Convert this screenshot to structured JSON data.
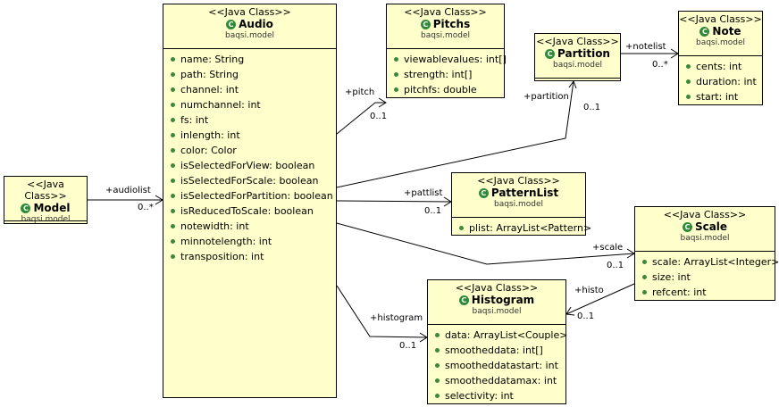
{
  "stereotype": "<<Java Class>>",
  "package": "baqsi.model",
  "classes": {
    "audio": {
      "name": "Audio",
      "attributes": [
        "name: String",
        "path: String",
        "channel: int",
        "numchannel: int",
        "fs: int",
        "inlength: int",
        "color: Color",
        "isSelectedForView: boolean",
        "isSelectedForScale: boolean",
        "isSelectedForPartition: boolean",
        "isReducedToScale: boolean",
        "notewidth: int",
        "minnotelength: int",
        "transposition: int"
      ]
    },
    "pitchs": {
      "name": "Pitchs",
      "attributes": [
        "viewablevalues: int[]",
        "strength: int[]",
        "pitchfs: double"
      ]
    },
    "partition": {
      "name": "Partition",
      "attributes": []
    },
    "note": {
      "name": "Note",
      "attributes": [
        "cents: int",
        "duration: int",
        "start: int"
      ]
    },
    "model": {
      "name": "Model",
      "attributes": []
    },
    "patternlist": {
      "name": "PatternList",
      "attributes": [
        "plist: ArrayList<Pattern>"
      ]
    },
    "scale": {
      "name": "Scale",
      "attributes": [
        "scale: ArrayList<Integer>",
        "size: int",
        "refcent: int"
      ]
    },
    "histogram": {
      "name": "Histogram",
      "attributes": [
        "data: ArrayList<Couple>",
        "smootheddata: int[]",
        "smootheddatastart: int",
        "smootheddatamax: int",
        "selectivity: int"
      ]
    }
  },
  "associations": {
    "pitch": {
      "role": "+pitch",
      "mult": "0..1"
    },
    "partition": {
      "role": "+partition",
      "mult": "0..1"
    },
    "notelist": {
      "role": "+notelist",
      "mult": "0..*"
    },
    "audiolist": {
      "role": "+audiolist",
      "mult": "0..*"
    },
    "pattlist": {
      "role": "+pattlist",
      "mult": "0..1"
    },
    "scale": {
      "role": "+scale",
      "mult": "0..1"
    },
    "histo": {
      "role": "+histo",
      "mult": "0..1"
    },
    "histogram": {
      "role": "+histogram",
      "mult": "0..1"
    }
  },
  "colors": {
    "class_fill": "#ffffcc",
    "class_icon": "#2f8a3a",
    "attribute_dot": "#3b8a3b"
  },
  "icons": {
    "class": "class-c-icon",
    "attribute": "public-field-icon"
  }
}
